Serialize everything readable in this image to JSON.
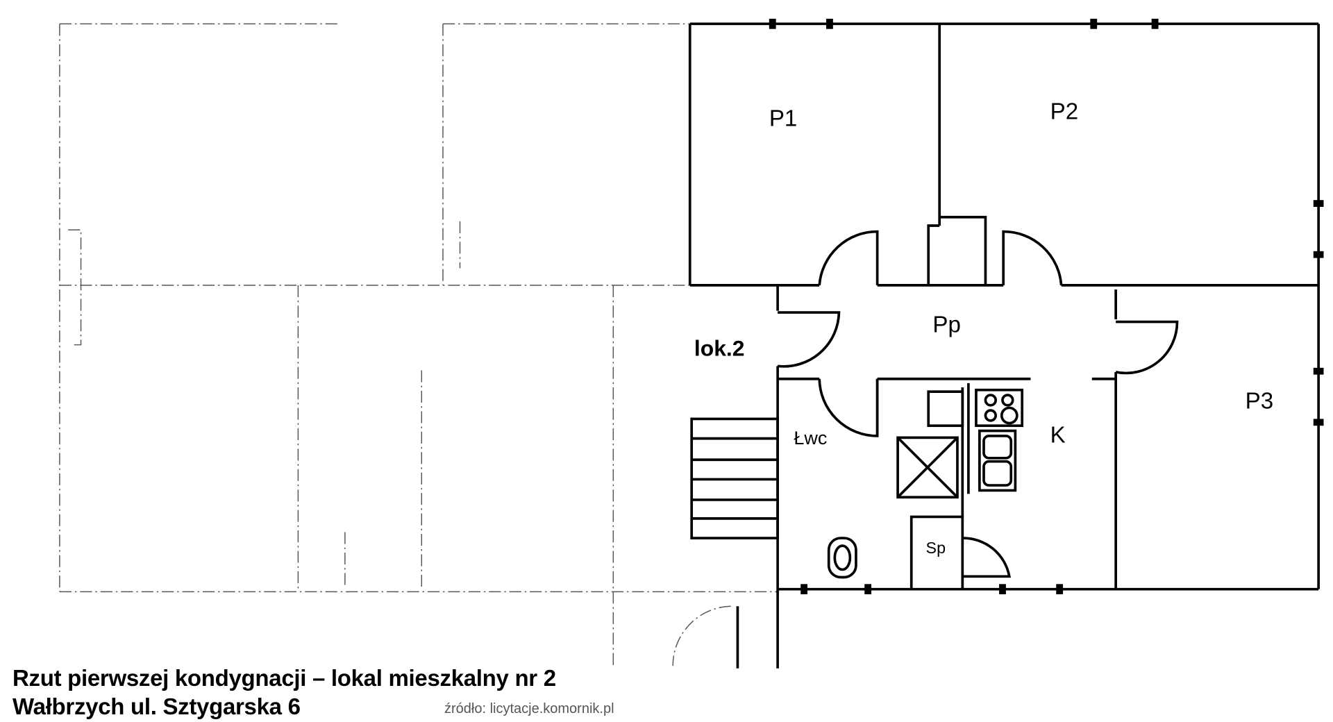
{
  "rooms": {
    "p1": "P1",
    "p2": "P2",
    "p3": "P3",
    "pp": "Pp",
    "lok": "lok.2",
    "lwc": "Łwc",
    "k": "K",
    "sp": "Sp"
  },
  "caption": {
    "line1": "Rzut pierwszej kondygnacji – lokal mieszkalny nr 2",
    "line2": "Wałbrzych  ul. Sztygarska 6"
  },
  "watermark": "źródło: licytacje.komornik.pl"
}
